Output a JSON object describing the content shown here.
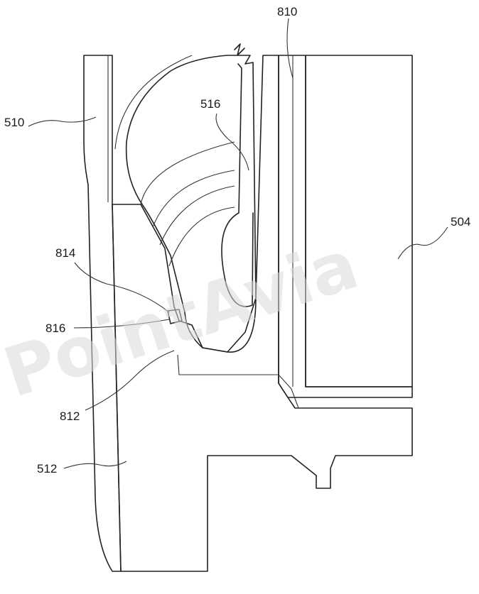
{
  "labels": {
    "ref_810": "810",
    "ref_516": "516",
    "ref_510": "510",
    "ref_504": "504",
    "ref_814": "814",
    "ref_816": "816",
    "ref_812": "812",
    "ref_512": "512"
  },
  "watermark": "PointAvia",
  "colors": {
    "line": "#222222",
    "hatch": "#555555",
    "watermark": "#d9d9d9"
  }
}
